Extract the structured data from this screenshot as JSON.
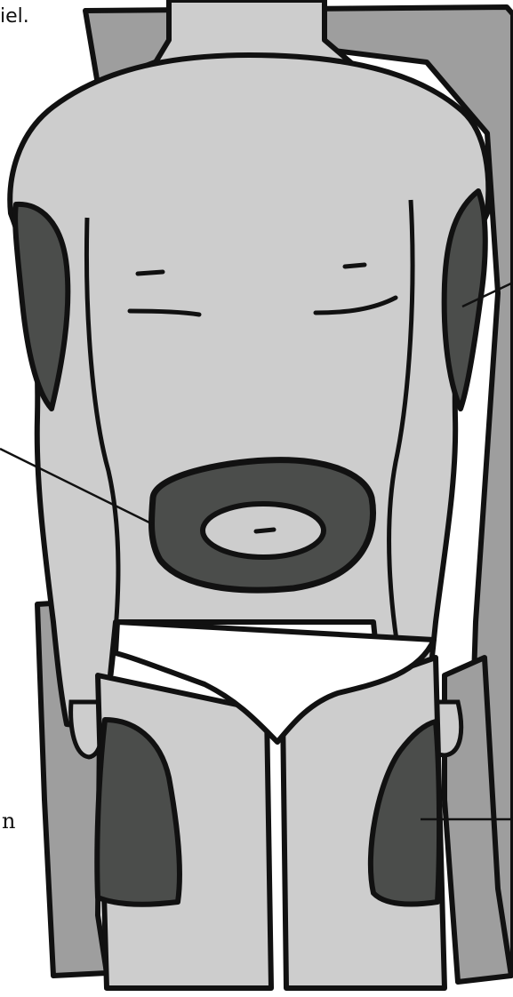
{
  "diagram": {
    "top_left_text": "iel.",
    "left_edge_text": "n",
    "colors": {
      "background": "#ffffff",
      "bed": "#9e9e9e",
      "skin": "#cdcdcd",
      "injection_area": "#4b4d4b",
      "outline": "#111111",
      "underwear": "#ffffff"
    },
    "injection_areas": [
      "upper-arm-right",
      "upper-arm-left",
      "abdomen",
      "thigh-right",
      "thigh-left"
    ]
  }
}
